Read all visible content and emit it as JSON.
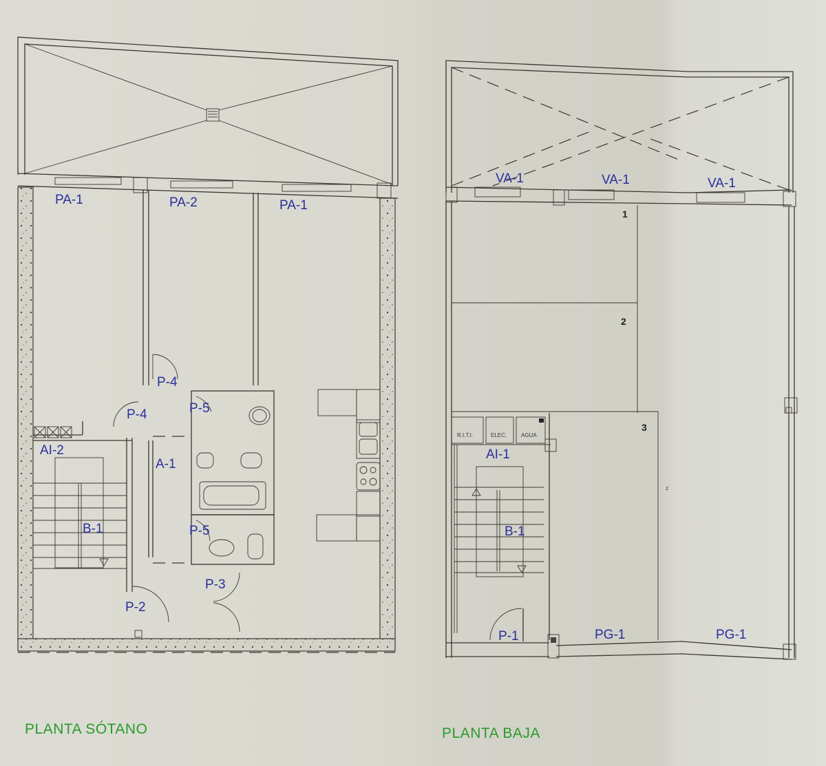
{
  "document": {
    "type": "architectural floor plan",
    "colors": {
      "paper": "#d9d9d1",
      "line": "#3c3530",
      "label_blue": "#2a2f9a",
      "title_green": "#2a9a2a"
    }
  },
  "plans": [
    {
      "id": "sotano",
      "title": "PLANTA SÓTANO",
      "labels": {
        "pa1_left": "PA-1",
        "pa2": "PA-2",
        "pa1_right": "PA-1",
        "p4_top": "P-4",
        "p4_left": "P-4",
        "p5_top": "P-5",
        "p5_bottom": "P-5",
        "ai2": "AI-2",
        "a1": "A-1",
        "b1": "B-1",
        "p3": "P-3",
        "p2": "P-2"
      }
    },
    {
      "id": "baja",
      "title": "PLANTA BAJA",
      "labels": {
        "va1_left": "VA-1",
        "va1_mid": "VA-1",
        "va1_right": "VA-1",
        "area_1": "1",
        "area_2": "2",
        "area_3": "3",
        "riti": "R.I.T.I.",
        "elec": "ELEC.",
        "agua": "AGUA",
        "ai1": "AI-1",
        "b1": "B-1",
        "p1": "P-1",
        "pg1_left": "PG-1",
        "pg1_right": "PG-1",
        "mark": "z"
      }
    }
  ]
}
